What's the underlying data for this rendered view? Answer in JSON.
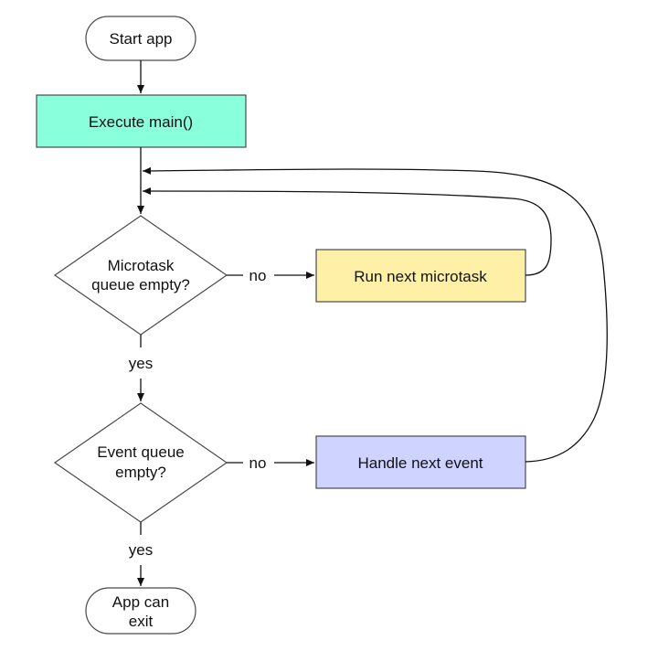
{
  "nodes": {
    "start": {
      "text": "Start app"
    },
    "execute": {
      "text": "Execute main()",
      "fill": "#89ffdc"
    },
    "microtask_check": {
      "line1": "Microtask",
      "line2": "queue empty?"
    },
    "run_microtask": {
      "text": "Run next microtask",
      "fill": "#fff0a8"
    },
    "event_check": {
      "line1": "Event queue",
      "line2": "empty?"
    },
    "handle_event": {
      "text": "Handle next event",
      "fill": "#cfd3ff"
    },
    "exit": {
      "line1": "App can",
      "line2": "exit"
    }
  },
  "edges": {
    "microtask_no": "no",
    "microtask_yes": "yes",
    "event_no": "no",
    "event_yes": "yes"
  },
  "colors": {
    "stroke": "#4a4a4a",
    "arrow": "#111111"
  }
}
